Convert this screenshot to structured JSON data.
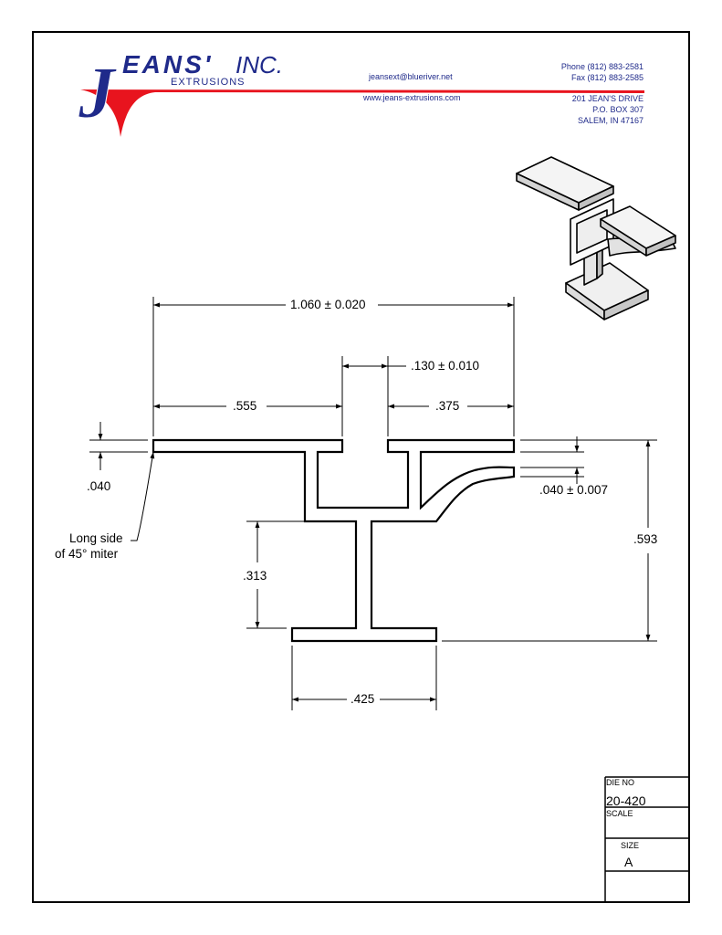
{
  "company": {
    "name_initial": "J",
    "name_rest": "EANS'",
    "suffix": "INC.",
    "division": "EXTRUSIONS",
    "email": "jeansext@blueriver.net",
    "website": "www.jeans-extrusions.com",
    "phone": "Phone (812) 883-2581",
    "fax": "Fax (812) 883-2585",
    "address_line1": "201 JEAN'S DRIVE",
    "address_line2": "P.O. BOX 307",
    "address_line3": "SALEM, IN 47167"
  },
  "dimensions": {
    "overall_width": "1.060 ± 0.020",
    "center_gap": ".130 ± 0.010",
    "left_flange": ".555",
    "right_flange": ".375",
    "flange_thickness": ".040",
    "arm_thickness": ".040 ± 0.007",
    "overall_height": ".593",
    "lower_web_height": ".313",
    "base_width": ".425"
  },
  "notes": {
    "miter_line1": "Long side",
    "miter_line2": "of 45° miter"
  },
  "title_block": {
    "die_no_label": "DIE NO",
    "die_no_value": "20-420",
    "scale_label": "SCALE",
    "scale_value": "",
    "size_label": "SIZE",
    "size_value": "A"
  },
  "colors": {
    "logo_blue": "#1f2a8a",
    "logo_red": "#e8141e",
    "line": "#000000"
  }
}
